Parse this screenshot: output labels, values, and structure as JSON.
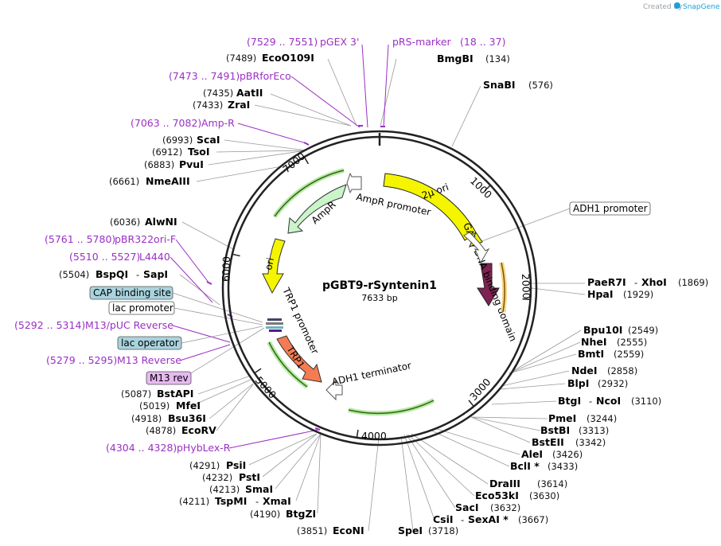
{
  "watermark": "Created by",
  "watermark_brand": "SnapGene",
  "plasmid": {
    "name": "pGBT9-rSyntenin1",
    "length": "7633 bp"
  },
  "ticks": [
    "1000",
    "2000",
    "3000",
    "4000",
    "5000",
    "6000",
    "7000"
  ],
  "enzymes_left": [
    {
      "pos": "(7489)",
      "name": "EcoO109I"
    },
    {
      "pos": "(7435)",
      "name": "AatII"
    },
    {
      "pos": "(7433)",
      "name": "ZraI"
    },
    {
      "pos": "(6993)",
      "name": "ScaI"
    },
    {
      "pos": "(6912)",
      "name": "TsoI"
    },
    {
      "pos": "(6883)",
      "name": "PvuI"
    },
    {
      "pos": "(6661)",
      "name": "NmeAIII"
    },
    {
      "pos": "(6036)",
      "name": "AlwNI"
    },
    {
      "pos": "(5504)",
      "name": "BspQI",
      "name2": "SapI"
    },
    {
      "pos": "(5087)",
      "name": "BstAPI"
    },
    {
      "pos": "(5019)",
      "name": "MfeI"
    },
    {
      "pos": "(4918)",
      "name": "Bsu36I"
    },
    {
      "pos": "(4878)",
      "name": "EcoRV"
    },
    {
      "pos": "(4291)",
      "name": "PsiI"
    },
    {
      "pos": "(4232)",
      "name": "PstI"
    },
    {
      "pos": "(4213)",
      "name": "SmaI"
    },
    {
      "pos": "(4211)",
      "name": "TspMI",
      "name2": "XmaI"
    },
    {
      "pos": "(4190)",
      "name": "BtgZI"
    },
    {
      "pos": "(3851)",
      "name": "EcoNI"
    }
  ],
  "enzymes_right": [
    {
      "name": "BmgBI",
      "pos": "(134)"
    },
    {
      "name": "SnaBI",
      "pos": "(576)"
    },
    {
      "name": "PaeR7I",
      "name2": "XhoI",
      "pos": "(1869)"
    },
    {
      "name": "HpaI",
      "pos": "(1929)"
    },
    {
      "name": "Bpu10I",
      "pos": "(2549)"
    },
    {
      "name": "NheI",
      "pos": "(2555)"
    },
    {
      "name": "BmtI",
      "pos": "(2559)"
    },
    {
      "name": "NdeI",
      "pos": "(2858)"
    },
    {
      "name": "BlpI",
      "pos": "(2932)"
    },
    {
      "name": "BtgI",
      "name2": "NcoI",
      "pos": "(3110)"
    },
    {
      "name": "PmeI",
      "pos": "(3244)"
    },
    {
      "name": "BstBI",
      "pos": "(3313)"
    },
    {
      "name": "BstEII",
      "pos": "(3342)"
    },
    {
      "name": "AleI",
      "pos": "(3426)"
    },
    {
      "name": "BclI *",
      "pos": "(3433)"
    },
    {
      "name": "DraIII",
      "pos": "(3614)"
    },
    {
      "name": "Eco53kI",
      "pos": "(3630)"
    },
    {
      "name": "SacI",
      "pos": "(3632)"
    },
    {
      "name": "CsiI",
      "name2": "SexAI *",
      "pos": "(3667)"
    },
    {
      "name": "SpeI",
      "pos": "(3718)"
    }
  ],
  "primers": [
    {
      "range": "(7529 .. 7551)",
      "name": "pGEX 3'"
    },
    {
      "name": "pRS-marker",
      "range": "(18 .. 37)"
    },
    {
      "range": "(7473 .. 7491)",
      "name": "pBRforEco"
    },
    {
      "range": "(7063 .. 7082)",
      "name": "Amp-R"
    },
    {
      "range": "(5761 .. 5780)",
      "name": "pBR322ori-F"
    },
    {
      "range": "(5510 .. 5527)",
      "name": "L4440"
    },
    {
      "range": "(5292 .. 5314)",
      "name": "M13/pUC Reverse"
    },
    {
      "range": "(5279 .. 5295)",
      "name": "M13 Reverse"
    },
    {
      "range": "(4304 .. 4328)",
      "name": "pHybLex-R"
    }
  ],
  "boxed_labels": [
    {
      "text": "CAP binding site",
      "fill": "#a9d3dd"
    },
    {
      "text": "lac promoter",
      "fill": "#ffffff"
    },
    {
      "text": "lac operator",
      "fill": "#a9d3dd"
    },
    {
      "text": "M13 rev",
      "fill": "#e6b8f0"
    },
    {
      "text": "ADH1 promoter",
      "fill": "#ffffff"
    }
  ],
  "features": [
    {
      "name": "2μ ori",
      "color": "#f5f500"
    },
    {
      "name": "AmpR",
      "color": "#c9f5c9"
    },
    {
      "name": "AmpR promoter",
      "color": "#ffffff"
    },
    {
      "name": "ori",
      "color": "#f5f500"
    },
    {
      "name": "GAL4 DNA binding domain",
      "color": "#7e2352"
    },
    {
      "name": "TRP1",
      "color": "#f47c52"
    },
    {
      "name": "TRP1 promoter",
      "color": "#ffffff"
    },
    {
      "name": "ADH1 terminator",
      "color": "#ffffff"
    }
  ]
}
